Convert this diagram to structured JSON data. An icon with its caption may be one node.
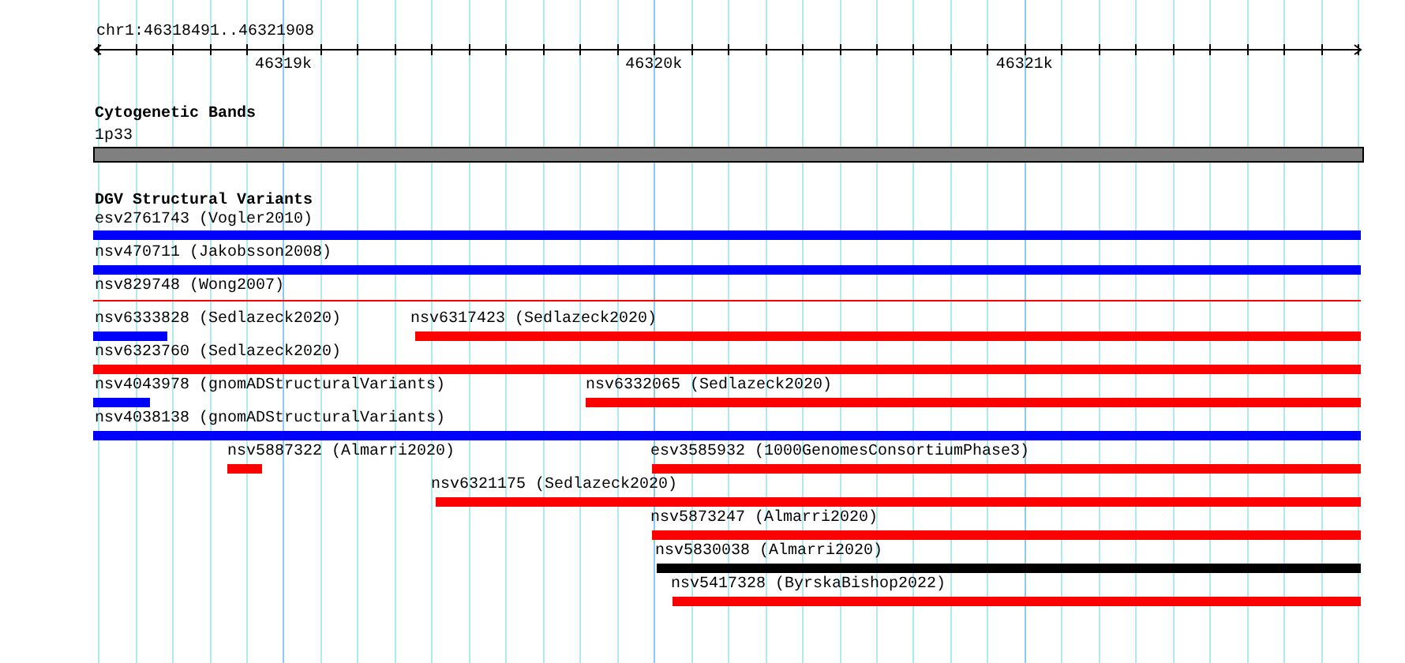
{
  "diagram": {
    "nodes": [
      {
        "text": [
          "1p33"
        ]
      },
      {
        "text": [
          "esv2761743 (Vogler2010)"
        ]
      },
      {
        "text": [
          "nsv470711 (Jakobsson2008)"
        ]
      },
      {
        "text": [
          "nsv829748 (Wong2007)"
        ]
      },
      {
        "text": [
          "nsv6333828 (Sedlazeck2020)"
        ]
      },
      {
        "text": [
          "nsv6317423 (Sedlazeck2020)"
        ]
      },
      {
        "text": [
          "nsv6323760 (Sedlazeck2020)"
        ]
      },
      {
        "text": [
          "nsv4043978 (gnomADStructuralVariants)"
        ]
      },
      {
        "text": [
          "nsv6332065 (Sedlazeck2020)"
        ]
      },
      {
        "text": [
          "nsv4038138 (gnomADStructuralVariants)"
        ]
      },
      {
        "text": [
          "nsv5887322 (Almarri2020)"
        ]
      },
      {
        "text": [
          "esv3585932 (1000GenomesConsortiumPhase3)"
        ]
      },
      {
        "text": [
          "nsv6321175 (Sedlazeck2020)"
        ]
      },
      {
        "text": [
          "nsv5873247 (Almarri2020)"
        ]
      },
      {
        "text": [
          "nsv5830038 (Almarri2020)"
        ]
      },
      {
        "text": [
          "nsv5417328 (ByrskaBishop2022)"
        ]
      }
    ],
    "labels": [
      "chr1:46318491..46321908",
      "46319k",
      "46320k",
      "46321k",
      "Cytogenetic Bands",
      "DGV Structural Variants"
    ]
  }
}
